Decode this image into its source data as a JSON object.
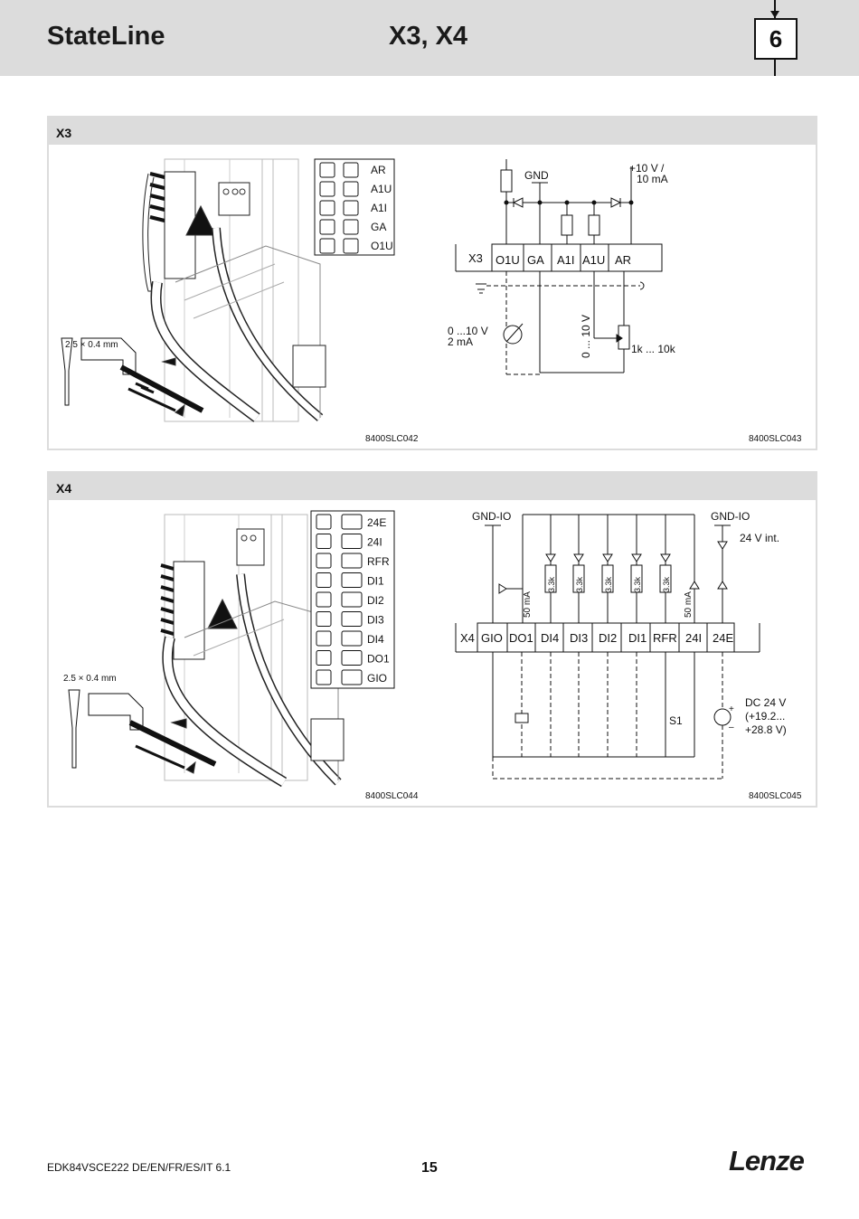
{
  "header": {
    "brand": "StateLine",
    "title": "X3, X4",
    "chapter": "6"
  },
  "x3": {
    "heading": "X3",
    "terminal_labels": [
      "AR",
      "A1U",
      "A1I",
      "GA",
      "O1U"
    ],
    "wire_note": "2.5 × 0.4 mm",
    "circuit": {
      "gnd": "GND",
      "supply_line1": "+10 V /",
      "supply_line2": "10 mA",
      "connector": "X3",
      "pins": [
        "O1U",
        "GA",
        "A1I",
        "A1U",
        "AR"
      ],
      "meter_line1": "0 ...10 V",
      "meter_line2": "2 mA",
      "vertical_range": "0 ... 10 V",
      "pot": "1k ... 10k"
    },
    "code_left": "8400SLC042",
    "code_right": "8400SLC043"
  },
  "x4": {
    "heading": "X4",
    "terminal_labels": [
      "24E",
      "24I",
      "RFR",
      "DI1",
      "DI2",
      "DI3",
      "DI4",
      "DO1",
      "GIO"
    ],
    "wire_note": "2.5 × 0.4 mm",
    "circuit": {
      "gnd_left": "GND-IO",
      "gnd_right": "GND-IO",
      "int_supply": "24 V int.",
      "resistor": "3.3k",
      "current": "50 mA",
      "connector": "X4",
      "pins": [
        "GIO",
        "DO1",
        "DI4",
        "DI3",
        "DI2",
        "DI1",
        "RFR",
        "24I",
        "24E"
      ],
      "switch": "S1",
      "dc_line1": "DC 24 V",
      "dc_line2": "(+19.2...",
      "dc_line3": "+28.8 V)",
      "plus": "+",
      "minus": "–"
    },
    "code_left": "8400SLC044",
    "code_right": "8400SLC045"
  },
  "footer": {
    "doc": "EDK84VSCE222   DE/EN/FR/ES/IT   6.1",
    "page": "15",
    "logo": "Lenze"
  }
}
